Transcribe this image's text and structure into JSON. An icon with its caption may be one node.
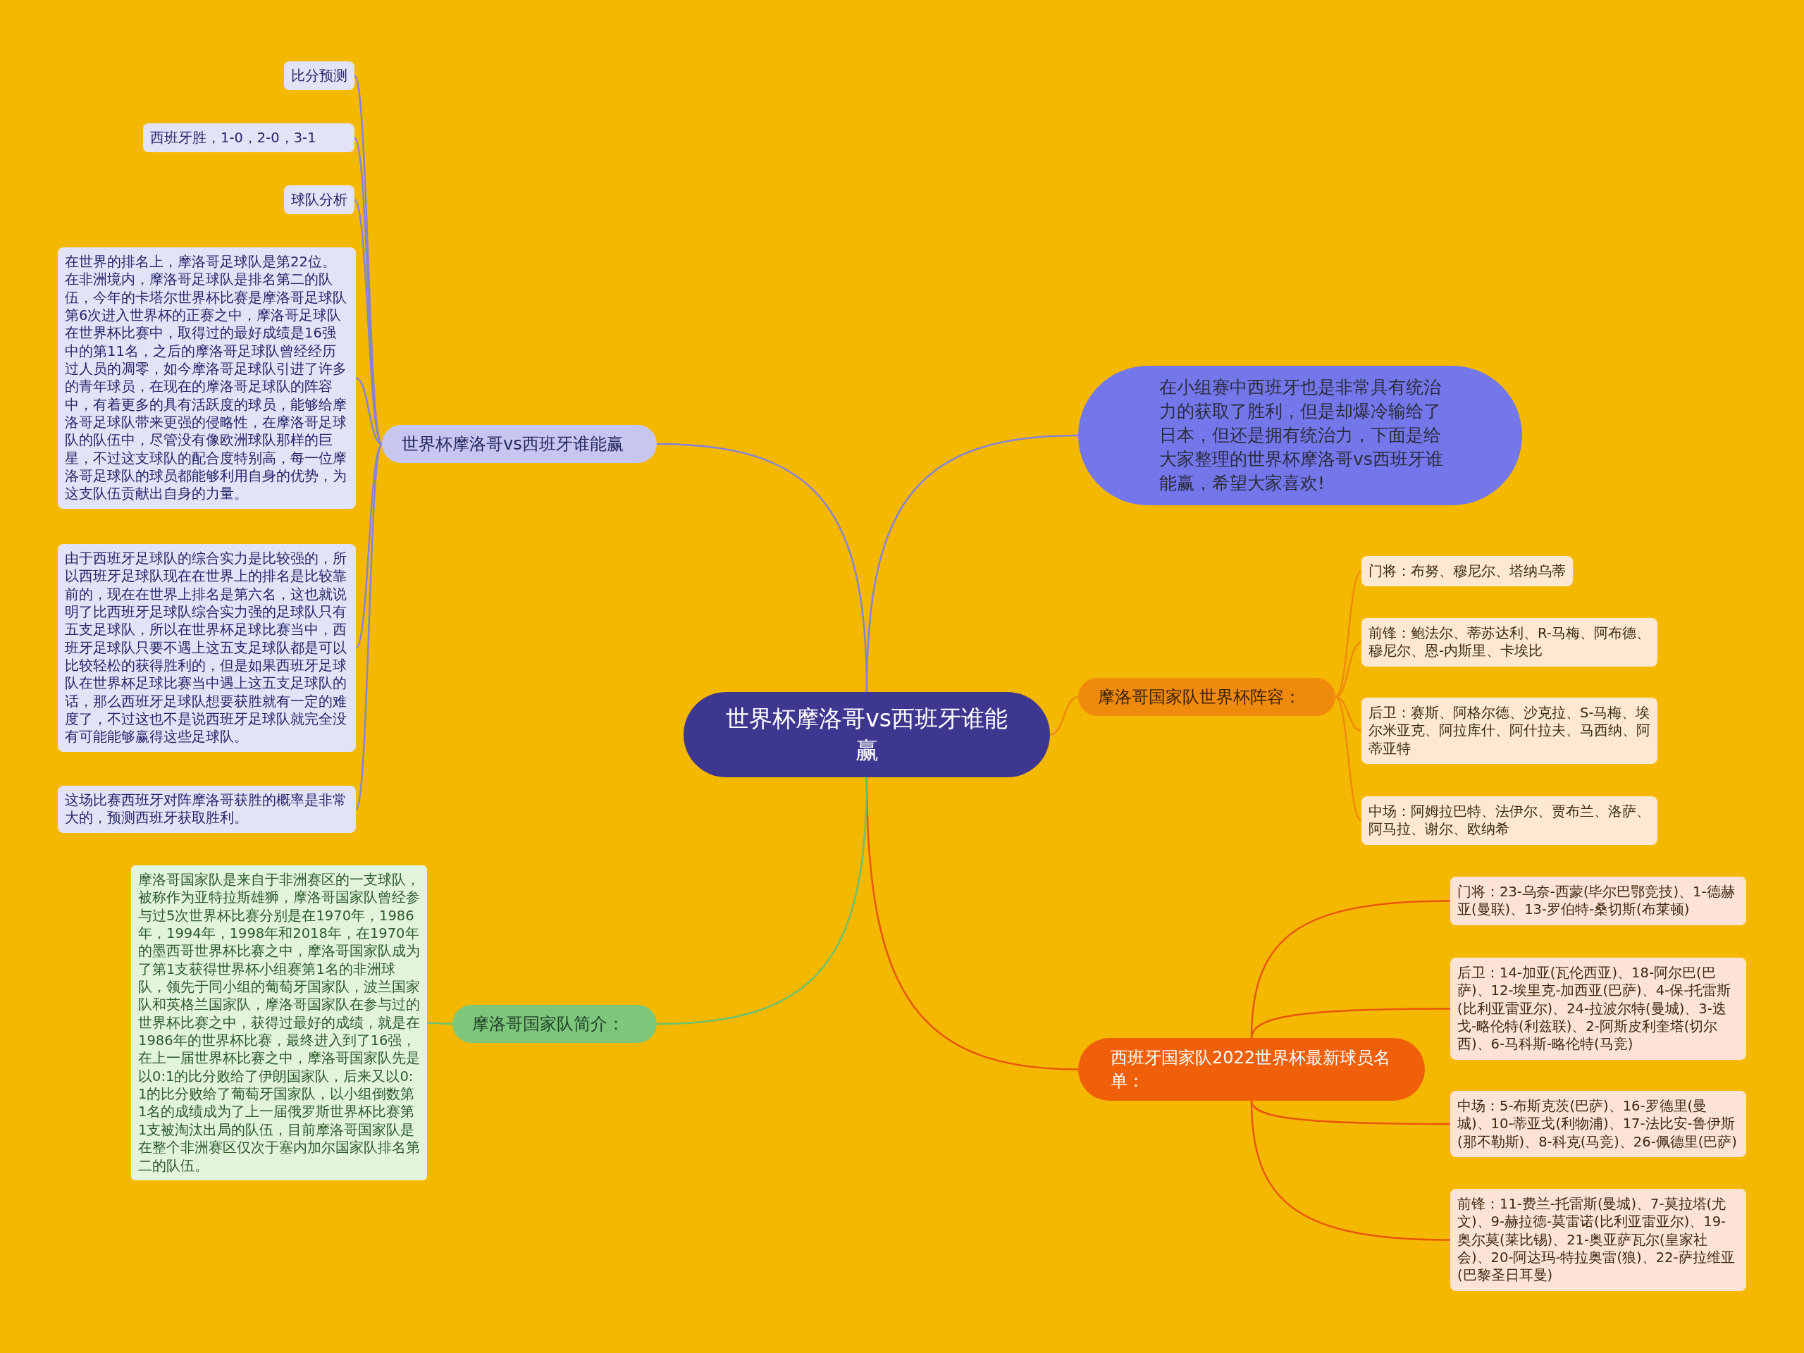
{
  "diagram": {
    "nodes": [
      {
        "text": [
          "世界杯摩洛哥vs西班牙谁能赢"
        ]
      },
      {
        "text": [
          "世界杯摩洛哥vs西班牙谁能赢"
        ]
      },
      {
        "text": [
          "比分预测"
        ]
      },
      {
        "text": [
          "西班牙胜，1-0，2-0，3-1"
        ]
      },
      {
        "text": [
          "球队分析"
        ]
      },
      {
        "text": [
          "在世界的排名上，摩洛哥足球队是第22位。在非洲境内，摩洛哥足球队是排名第二的队伍，今年的卡塔尔世界杯比赛是摩洛哥足球队第6次进入世界杯的正赛之中，摩洛哥足球队在世界杯比赛中，取得过的最好成绩是16强中的第11名，之后的摩洛哥足球队曾经经历过人员的凋零，如今摩洛哥足球队引进了许多的青年球员，在现在的摩洛哥足球队的阵容中，有着更多的具有活跃度的球员，能够给摩洛哥足球队带来更强的侵略性，在摩洛哥足球队的队伍中，尽管没有像欧洲球队那样的巨星，不过这支球队的配合度特别高，每一位摩洛哥足球队的球员都能够利用自身的优势，为这支队伍贡献出自身的力量。"
        ]
      },
      {
        "text": [
          "由于西班牙足球队的综合实力是比较强的，所以西班牙足球队现在在世界上的排名是比较靠前的，现在在世界上排名是第六名，这也就说明了比西班牙足球队综合实力强的足球队只有五支足球队，所以在世界杯足球比赛当中，西班牙足球队只要不遇上这五支足球队都是可以比较轻松的获得胜利的，但是如果西班牙足球队在世界杯足球比赛当中遇上这五支足球队的话，那么西班牙足球队想要获胜就有一定的难度了，不过这也不是说西班牙足球队就完全没有可能能够赢得这些足球队。"
        ]
      },
      {
        "text": [
          "这场比赛西班牙对阵摩洛哥获胜的概率是非常大的，预测西班牙获取胜利。"
        ]
      },
      {
        "text": [
          "在小组赛中西班牙也是非常具有统治力的获取了胜利，但是却爆冷输给了日本，但还是拥有统治力，下面是给大家整理的世界杯摩洛哥vs西班牙谁能赢，希望大家喜欢!"
        ]
      },
      {
        "text": [
          "摩洛哥国家队世界杯阵容："
        ]
      },
      {
        "text": [
          "门将：布努、穆尼尔、塔纳乌蒂"
        ]
      },
      {
        "text": [
          "前锋：鲍法尔、蒂苏达利、R-马梅、阿布德、穆尼尔、恩-内斯里、卡埃比"
        ]
      },
      {
        "text": [
          "后卫：赛斯、阿格尔德、沙克拉、S-马梅、埃尔米亚克、阿拉库什、阿什拉夫、马西纳、阿蒂亚特"
        ]
      },
      {
        "text": [
          "中场：阿姆拉巴特、法伊尔、贾布兰、洛萨、阿马拉、谢尔、欧纳希"
        ]
      },
      {
        "text": [
          "西班牙国家队2022世界杯最新球员名单："
        ]
      },
      {
        "text": [
          "门将：23-乌奈-西蒙(毕尔巴鄂竞技)、1-德赫亚(曼联)、13-罗伯特-桑切斯(布莱顿)"
        ]
      },
      {
        "text": [
          "后卫：14-加亚(瓦伦西亚)、18-阿尔巴(巴萨)、12-埃里克-加西亚(巴萨)、4-保-托雷斯(比利亚雷亚尔)、24-拉波尔特(曼城)、3-迭戈-略伦特(利兹联)、2-阿斯皮利奎塔(切尔西)、6-马科斯-略伦特(马竞)"
        ]
      },
      {
        "text": [
          "中场：5-布斯克茨(巴萨)、16-罗德里(曼城)、10-蒂亚戈(利物浦)、17-法比安-鲁伊斯(那不勒斯)、8-科克(马竞)、26-佩德里(巴萨)"
        ]
      },
      {
        "text": [
          "前锋：11-费兰-托雷斯(曼城)、7-莫拉塔(尤文)、9-赫拉德-莫雷诺(比利亚雷亚尔)、19-奥尔莫(莱比锡)、21-奥亚萨瓦尔(皇家社会)、20-阿达玛-特拉奥雷(狼)、22-萨拉维亚(巴黎圣日耳曼)"
        ]
      },
      {
        "text": [
          "摩洛哥国家队简介："
        ]
      },
      {
        "text": [
          "摩洛哥国家队是来自于非洲赛区的一支球队，被称作为亚特拉斯雄狮，摩洛哥国家队曾经参与过5次世界杯比赛分别是在1970年，1986年，1994年，1998年和2018年，在1970年的墨西哥世界杯比赛之中，摩洛哥国家队成为了第1支获得世界杯小组赛第1名的非洲球队，领先于同小组的葡萄牙国家队，波兰国家队和英格兰国家队，摩洛哥国家队在参与过的世界杯比赛之中，获得过最好的成绩，就是在1986年的世界杯比赛，最终进入到了16强，在上一届世界杯比赛之中，摩洛哥国家队先是以0:1的比分败给了伊朗国家队，后来又以0:1的比分败给了葡萄牙国家队，以小组倒数第1名的成绩成为了上一届俄罗斯世界杯比赛第1支被淘汰出局的队伍，目前摩洛哥国家队是在整个非洲赛区仅次于塞内加尔国家队排名第二的队伍。"
        ]
      }
    ],
    "edges": [
      {
        "from": 0,
        "to": 1,
        "arrow": "none"
      },
      {
        "from": 1,
        "to": 2,
        "arrow": "none"
      },
      {
        "from": 1,
        "to": 3,
        "arrow": "none"
      },
      {
        "from": 1,
        "to": 4,
        "arrow": "none"
      },
      {
        "from": 1,
        "to": 5,
        "arrow": "none"
      },
      {
        "from": 1,
        "to": 6,
        "arrow": "none"
      },
      {
        "from": 1,
        "to": 7,
        "arrow": "none"
      },
      {
        "from": 0,
        "to": 8,
        "arrow": "none"
      },
      {
        "from": 0,
        "to": 9,
        "arrow": "none",
        "color": "#ef8a0c"
      },
      {
        "from": 9,
        "to": 10,
        "arrow": "none",
        "color": "#ef8a0c"
      },
      {
        "from": 9,
        "to": 11,
        "arrow": "none",
        "color": "#ef8a0c"
      },
      {
        "from": 9,
        "to": 12,
        "arrow": "none",
        "color": "#ef8a0c"
      },
      {
        "from": 9,
        "to": 13,
        "arrow": "none",
        "color": "#ef8a0c"
      },
      {
        "from": 0,
        "to": 14,
        "arrow": "none",
        "color": "#e8560e"
      },
      {
        "from": 14,
        "to": 15,
        "arrow": "none",
        "color": "#e8560e"
      },
      {
        "from": 14,
        "to": 16,
        "arrow": "none",
        "color": "#e8560e"
      },
      {
        "from": 14,
        "to": 17,
        "arrow": "none",
        "color": "#e8560e"
      },
      {
        "from": 14,
        "to": 18,
        "arrow": "none",
        "color": "#e8560e"
      },
      {
        "from": 0,
        "to": 19,
        "arrow": "none",
        "color": "#6cc070"
      },
      {
        "from": 19,
        "to": 20,
        "arrow": "none",
        "color": "#6cc070"
      }
    ]
  }
}
